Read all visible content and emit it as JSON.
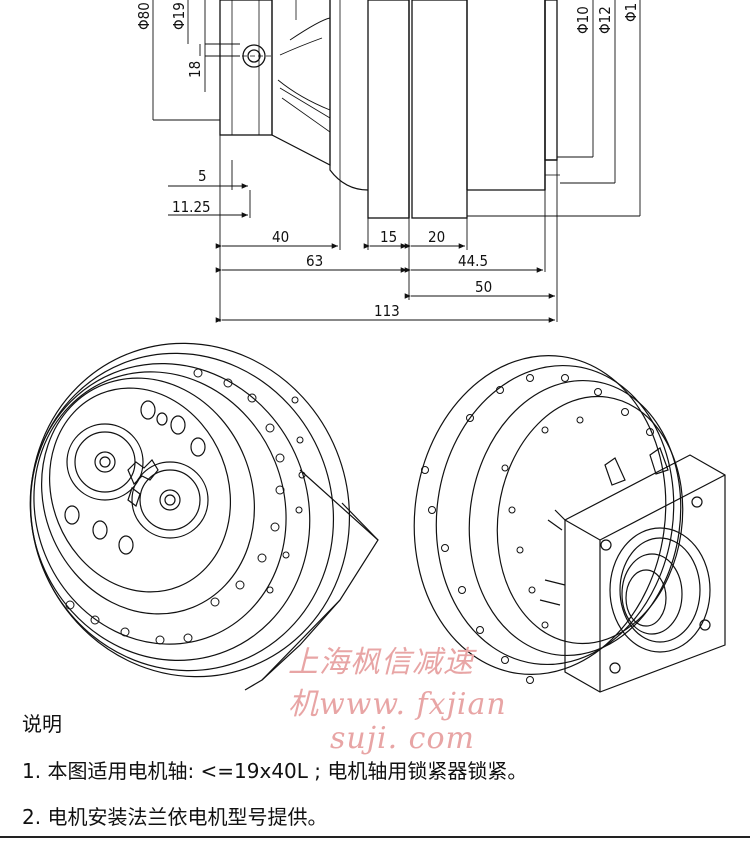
{
  "dimensions": {
    "d80": "Φ80",
    "d19": "Φ19",
    "d10x": "Φ10",
    "d12x": "Φ12",
    "d1x": "Φ1",
    "v18": "18",
    "v5": "5",
    "v1125": "11.25",
    "h40": "40",
    "h15": "15",
    "h20": "20",
    "h63": "63",
    "h445": "44.5",
    "h50": "50",
    "h113": "113"
  },
  "watermark": {
    "line1": "上海枫信减速",
    "line2": "机www. fxjian",
    "line3": "suji. com"
  },
  "notes": {
    "title": "说明",
    "item1": "1. 本图适用电机轴: <=19x40L ; 电机轴用锁紧器锁紧。",
    "item2": "2. 电机安装法兰依电机型号提供。"
  },
  "colors": {
    "line": "#111111",
    "watermark": "#e8a5a5"
  }
}
